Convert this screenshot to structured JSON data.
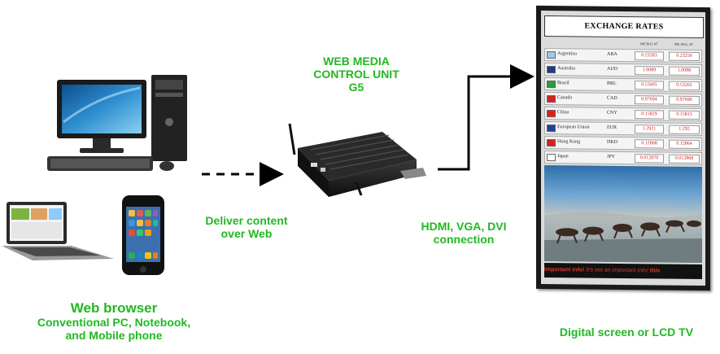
{
  "labels": {
    "control_unit": [
      "WEB MEDIA",
      "CONTROL UNIT",
      "G5"
    ],
    "deliver": [
      "Deliver content",
      "over Web"
    ],
    "connection": [
      "HDMI, VGA, DVI",
      "connection"
    ],
    "browser_title": "Web browser",
    "browser_sub": [
      "Conventional PC, Notebook,",
      "and Mobile phone"
    ],
    "screen": "Digital screen or LCD TV"
  },
  "board": {
    "title": "EXCHANGE RATES",
    "col1": "WE BUY AT",
    "col2": "WE SELL AT",
    "rows": [
      {
        "country": "Argentina",
        "code": "ARA",
        "buy": "0.23283",
        "sell": "0.23256",
        "flag": "#9fc7ea"
      },
      {
        "country": "Australia",
        "code": "AUD",
        "buy": "1.0089",
        "sell": "1.0088",
        "flag": "#1d3b8a"
      },
      {
        "country": "Brazil",
        "code": "BRL",
        "buy": "0.53405",
        "sell": "0.53262",
        "flag": "#2b9a3f"
      },
      {
        "country": "Canada",
        "code": "CAD",
        "buy": "0.97694",
        "sell": "0.97690",
        "flag": "#d62020"
      },
      {
        "country": "China",
        "code": "CNY",
        "buy": "0.15829",
        "sell": "0.15815",
        "flag": "#de2010"
      },
      {
        "country": "European Union",
        "code": "EUR",
        "buy": "1.2921",
        "sell": "1.292",
        "flag": "#1e3f9a"
      },
      {
        "country": "Hong Kong",
        "code": "HKD",
        "buy": "0.12868",
        "sell": "0.12864",
        "flag": "#d81e1e"
      },
      {
        "country": "Japan",
        "code": "JPY",
        "buy": "0.012870",
        "sell": "0.012868",
        "flag": "#ffffff"
      }
    ],
    "ticker_bold": "Important info!",
    "ticker_italic": "It's not an important info!",
    "ticker_end": "this"
  },
  "colors": {
    "label_green": "#22b822",
    "arrow": "#000000",
    "value_red": "#d21a1a"
  }
}
